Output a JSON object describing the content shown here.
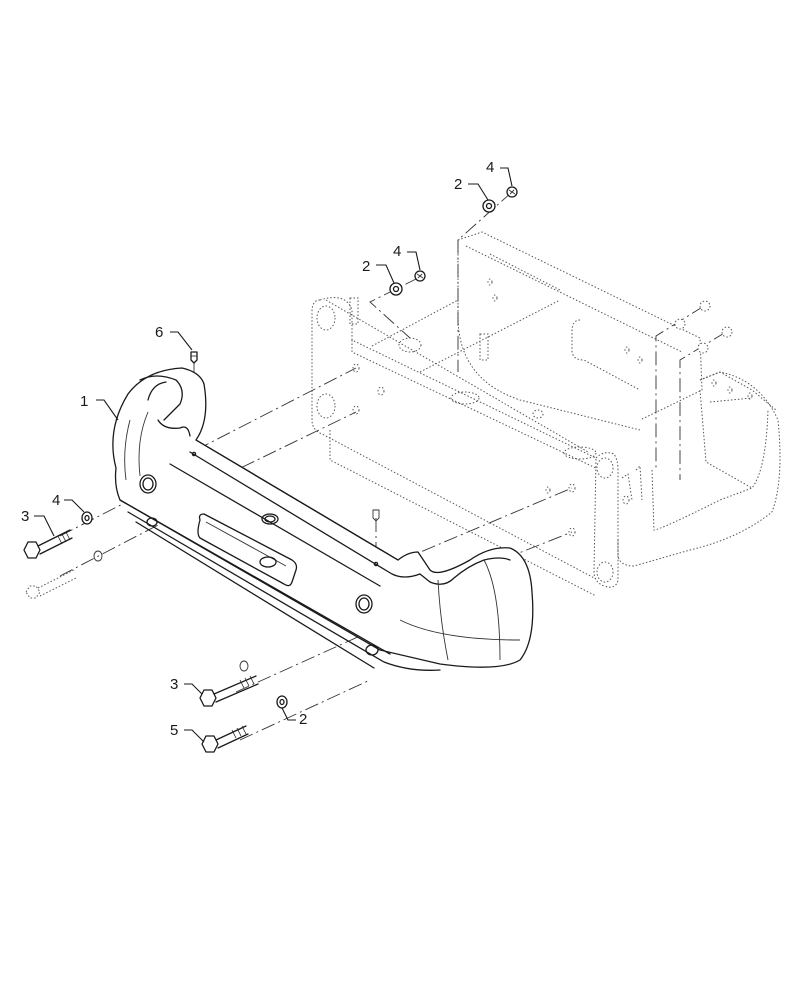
{
  "diagram": {
    "type": "exploded-parts-diagram",
    "subject": "front counterweight / bumper assembly with mounting hardware",
    "background_color": "#ffffff",
    "line_color": "#1a1a1a",
    "callouts": [
      {
        "id": "c1",
        "label": "1",
        "part": "counterweight-bumper"
      },
      {
        "id": "c2a",
        "label": "2",
        "part": "washer-top-rear"
      },
      {
        "id": "c4a",
        "label": "4",
        "part": "nut-top-rear"
      },
      {
        "id": "c2b",
        "label": "2",
        "part": "washer-top-front"
      },
      {
        "id": "c4b",
        "label": "4",
        "part": "nut-top-front"
      },
      {
        "id": "c6",
        "label": "6",
        "part": "pin"
      },
      {
        "id": "c4c",
        "label": "4",
        "part": "washer-left"
      },
      {
        "id": "c3a",
        "label": "3",
        "part": "bolt-left"
      },
      {
        "id": "c3b",
        "label": "3",
        "part": "bolt-lower-front"
      },
      {
        "id": "c2c",
        "label": "2",
        "part": "washer-lower-front"
      },
      {
        "id": "c5",
        "label": "5",
        "part": "bolt-long-lower"
      }
    ]
  }
}
